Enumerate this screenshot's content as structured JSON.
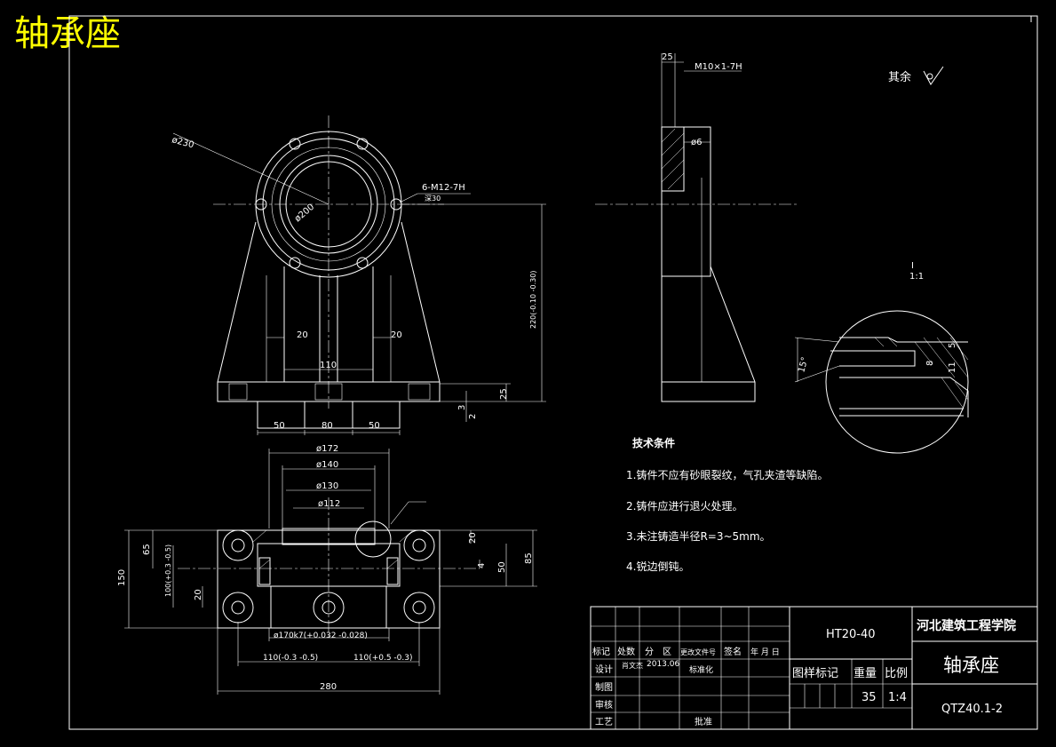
{
  "title": "轴承座",
  "surface_note": "其余",
  "front_view": {
    "dia_outer": "ø230",
    "dia_inner": "ø200",
    "holes_note": "6-M12-7H",
    "holes_depth": "深30",
    "rib_left": "20",
    "rib_right": "20",
    "width_110": "110",
    "base_50a": "50",
    "base_80": "80",
    "base_50b": "50",
    "height_25": "25",
    "height_3": "3",
    "height_2": "2",
    "height_220": "220(-0.10 -0.30)"
  },
  "side_view": {
    "dim_25": "25",
    "thread": "M10×1-7H",
    "dia_6": "ø6"
  },
  "detail_view": {
    "label": "I",
    "scale": "1:1",
    "angle": "15°",
    "dim_5": "5",
    "dim_8": "8",
    "dim_11": "11"
  },
  "top_view": {
    "dia_172": "ø172",
    "dia_140": "ø140",
    "dia_130": "ø130",
    "dia_112": "ø112",
    "dim_20": "20",
    "dim_4": "4",
    "dim_50": "50",
    "dim_85": "85",
    "dim_150": "150",
    "dim_65": "65",
    "dim_100": "100(+0.3 -0.5)",
    "dim_20b": "20",
    "dia_170": "ø170k7(+0.032 -0.028)",
    "dim_110a": "110(-0.3 -0.5)",
    "dim_110b": "110(+0.5 -0.3)",
    "dim_280": "280"
  },
  "tech_req": {
    "heading": "技术条件",
    "items": [
      "1.铸件不应有砂眼裂纹，气孔夹渣等缺陷。",
      "2.铸件应进行退火处理。",
      "3.未注铸造半径R=3~5mm。",
      "4.锐边倒钝。"
    ]
  },
  "title_block": {
    "material": "HT20-40",
    "school": "河北建筑工程学院",
    "part_name": "轴承座",
    "drawing_no": "QTZ40.1-2",
    "col_mark": "标记",
    "col_count": "处数",
    "col_zone": "分　区",
    "col_docno": "更改文件号",
    "col_sign": "签名",
    "col_date": "年 月 日",
    "row_design": "设计",
    "designer": "肖文杰",
    "design_date": "2013.06",
    "row_std": "标准化",
    "row_draw": "制图",
    "row_review": "审核",
    "row_process": "工艺",
    "row_approve": "批准",
    "lbl_stage": "图样标记",
    "lbl_weight": "重量",
    "lbl_scale": "比例",
    "weight": "35",
    "scale": "1:4"
  }
}
